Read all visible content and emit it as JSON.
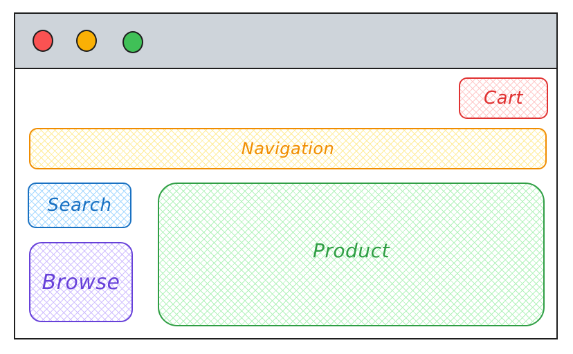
{
  "window": {
    "controls": [
      {
        "name": "close",
        "color": "#fa5252"
      },
      {
        "name": "minimize",
        "color": "#fab005"
      },
      {
        "name": "maximize",
        "color": "#40c057"
      }
    ]
  },
  "blocks": {
    "cart": {
      "label": "Cart",
      "stroke": "#e03131",
      "fill": "#ffc9c9"
    },
    "navigation": {
      "label": "Navigation",
      "stroke": "#f08c00",
      "fill": "#ffec99"
    },
    "search": {
      "label": "Search",
      "stroke": "#1971c2",
      "fill": "#a5d8ff"
    },
    "browse": {
      "label": "Browse",
      "stroke": "#6741d9",
      "fill": "#d0bfff"
    },
    "product": {
      "label": "Product",
      "stroke": "#2f9e44",
      "fill": "#b2f2bb"
    }
  }
}
